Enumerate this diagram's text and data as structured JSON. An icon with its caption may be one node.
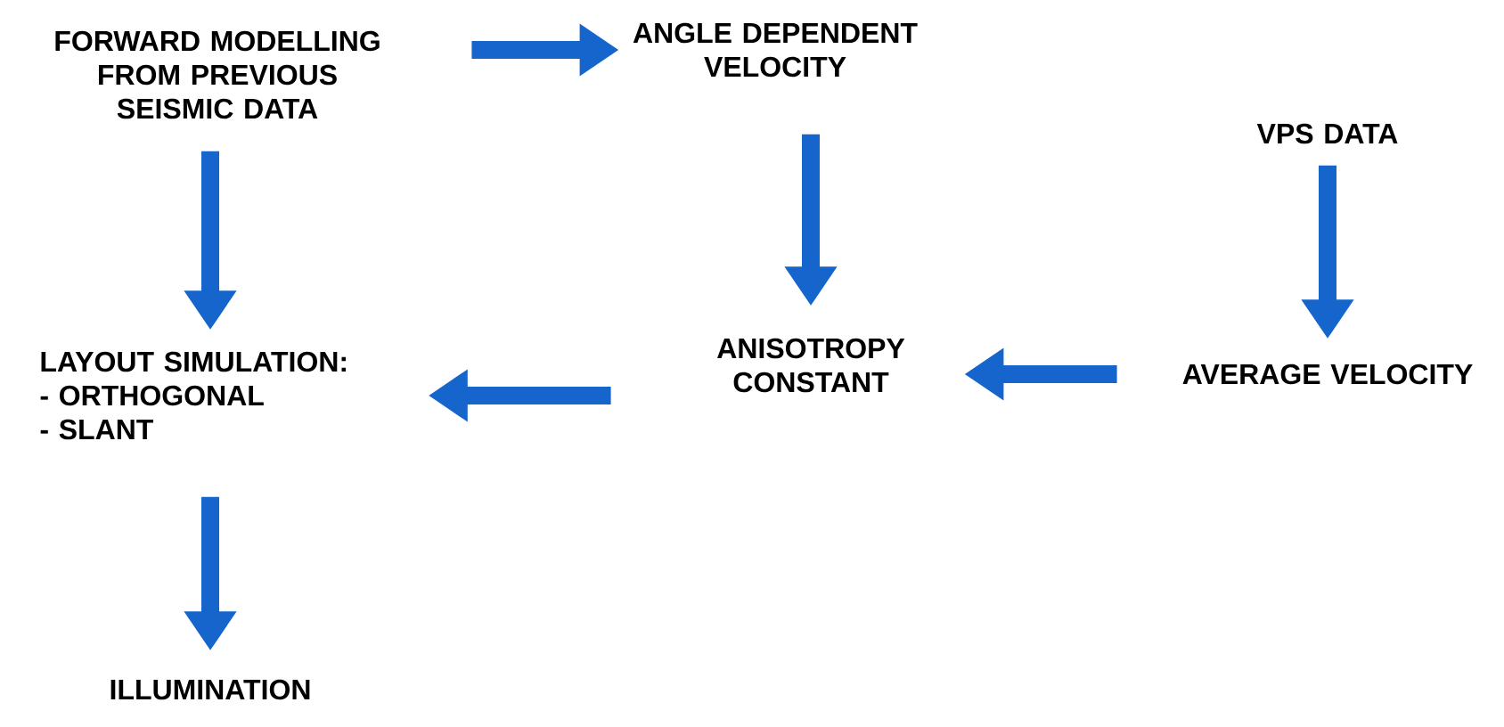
{
  "diagram": {
    "nodes": [
      {
        "text": [
          "FORWARD MODELLING FROM PREVIOUS SEISMIC DATA"
        ]
      },
      {
        "text": [
          "ANGLE DEPENDENT VELOCITY"
        ]
      },
      {
        "text": [
          "VPS DATA"
        ]
      },
      {
        "text": [
          "LAYOUT SIMULATION:",
          "- ORTHOGONAL",
          "- SLANT"
        ]
      },
      {
        "text": [
          "ANISOTROPY CONSTANT"
        ]
      },
      {
        "text": [
          "AVERAGE VELOCITY"
        ]
      },
      {
        "text": [
          "ILLUMINATION"
        ]
      }
    ],
    "edges": [
      {
        "from": 0,
        "to": 1,
        "arrow": "to"
      },
      {
        "from": 0,
        "to": 3,
        "arrow": "to"
      },
      {
        "from": 1,
        "to": 4,
        "arrow": "to"
      },
      {
        "from": 2,
        "to": 5,
        "arrow": "to"
      },
      {
        "from": 5,
        "to": 4,
        "arrow": "to"
      },
      {
        "from": 4,
        "to": 3,
        "arrow": "to"
      },
      {
        "from": 3,
        "to": 6,
        "arrow": "to"
      }
    ]
  }
}
